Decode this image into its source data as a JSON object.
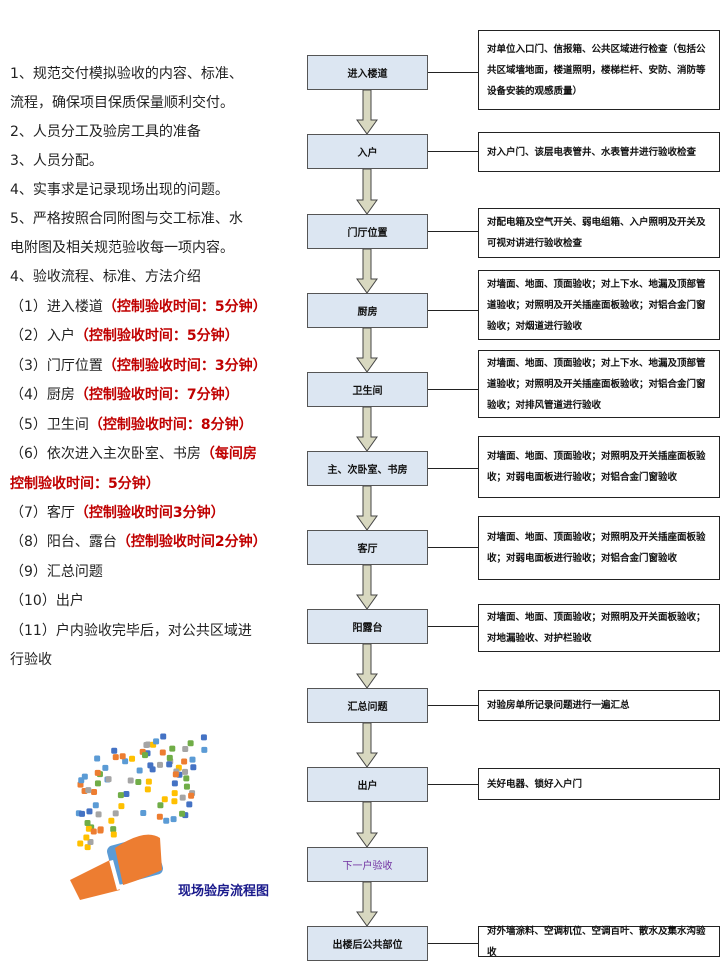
{
  "left_text": [
    [
      "1、规范交付模拟验收的内容、标准、"
    ],
    [
      "流程，确保项目保质保量顺利交付。"
    ],
    [
      "2、人员分工及验房工具的准备"
    ],
    [
      "3、人员分配。"
    ],
    [
      "4、实事求是记录现场出现的问题。"
    ],
    [
      "5、严格按照合同附图与交工标准、水"
    ],
    [
      "电附图及相关规范验收每一项内容。"
    ],
    [
      "4、验收流程、标准、方法介绍"
    ],
    [
      "（1）进入楼道",
      "（控制验收时间：5分钟）"
    ],
    [
      "（2）入户",
      "（控制验收时间：5分钟）"
    ],
    [
      "（3）门厅位置",
      "（控制验收时间：3分钟）"
    ],
    [
      "（4）厨房",
      "（控制验收时间：7分钟）"
    ],
    [
      "（5）卫生间",
      "（控制验收时间：8分钟）"
    ],
    [
      "（6）依次进入主次卧室、书房",
      "（每间房"
    ],
    [
      "",
      "控制验收时间：5分钟）"
    ],
    [
      "（7）客厅",
      "（控制验收时间3分钟）"
    ],
    [
      "（8）阳台、露台",
      "（控制验收时间2分钟）"
    ],
    [
      "（9）汇总问题"
    ],
    [
      "（10）出户"
    ],
    [
      "（11）户内验收完毕后，对公共区域进"
    ],
    [
      "行验收"
    ]
  ],
  "caption": "现场验房流程图",
  "steps": [
    {
      "label": "进入楼道",
      "desc": "对单位入口门、信报箱、公共区域进行检查（包括公共区域墙地面，楼道照明，楼梯栏杆、安防、消防等设备安装的观感质量）"
    },
    {
      "label": "入户",
      "desc": "对入户门、该层电表管井、水表管井进行验收检查"
    },
    {
      "label": "门厅位置",
      "desc": "对配电箱及空气开关、弱电组箱、入户照明及开关及可视对讲进行验收检查"
    },
    {
      "label": "厨房",
      "desc": "对墙面、地面、顶面验收；对上下水、地漏及顶部管道验收；对照明及开关插座面板验收；对铝合金门窗验收；对烟道进行验收"
    },
    {
      "label": "卫生间",
      "desc": "对墙面、地面、顶面验收；对上下水、地漏及顶部管道验收；对照明及开关插座面板验收；对铝合金门窗验收；对排风管道进行验收"
    },
    {
      "label": "主、次卧室、书房",
      "desc": "对墙面、地面、顶面验收；对照明及开关插座面板验收；对弱电面板进行验收；对铝合金门窗验收"
    },
    {
      "label": "客厅",
      "desc": "对墙面、地面、顶面验收；对照明及开关插座面板验收；对弱电面板进行验收；对铝合金门窗验收"
    },
    {
      "label": "阳露台",
      "desc": "对墙面、地面、顶面验收；对照明及开关面板验收；对地漏验收、对护栏验收"
    },
    {
      "label": "汇总问题",
      "desc": "对验房单所记录问题进行一遍汇总"
    },
    {
      "label": "出户",
      "desc": "关好电器、锁好入户门"
    },
    {
      "label": "下一户验收",
      "desc": null
    },
    {
      "label": "出楼后公共部位",
      "desc": "对外墙涂料、空调机位、空调百叶、散水及集水沟验收"
    }
  ],
  "colors": {
    "step_fill": "#dce6f2",
    "accent_red": "#c00000",
    "caption": "#1a1a8c",
    "arrow_fill": "#d8d8c0"
  }
}
